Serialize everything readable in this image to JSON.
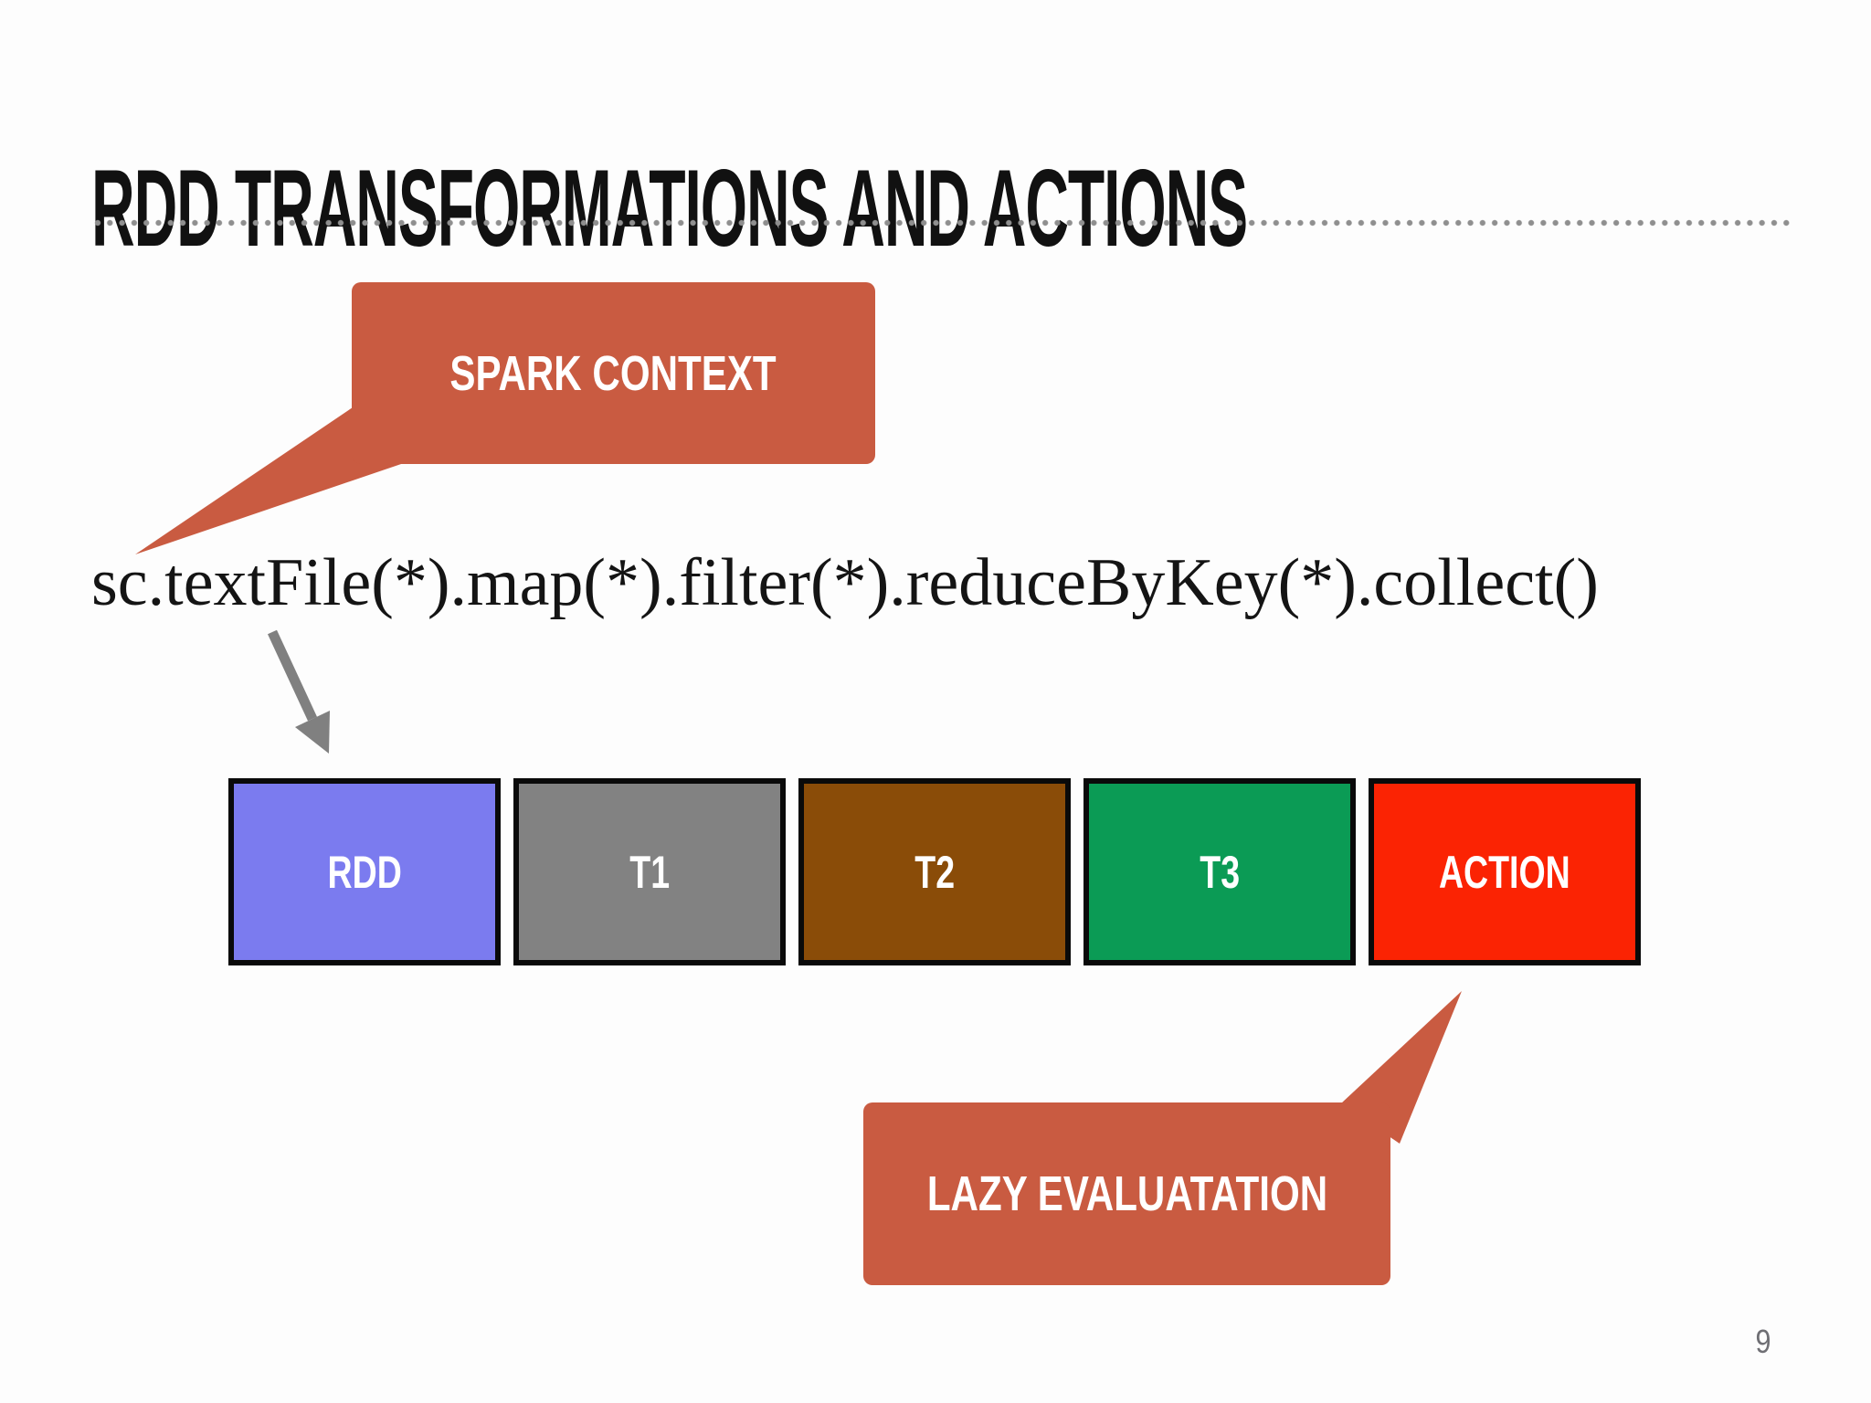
{
  "slide": {
    "title": "RDD TRANSFORMATIONS AND ACTIONS",
    "page_number": "9",
    "colors": {
      "background": "#fdfdfd",
      "title_text": "#111111",
      "divider_dots": "#8f8f8f",
      "callout": "#c95b41",
      "code_text": "#141414",
      "arrow": "#808080",
      "box_border": "#0a0a0a",
      "page_number_text": "#6f6f74"
    }
  },
  "callouts": {
    "spark_context": {
      "label": "SPARK CONTEXT",
      "color": "#c95b41"
    },
    "lazy_evaluation": {
      "label": "LAZY EVALUATATION",
      "color": "#c95b41"
    }
  },
  "code": {
    "text": "sc.textFile(*).map(*).filter(*).reduceByKey(*).collect()"
  },
  "pipeline": {
    "boxes": [
      {
        "label": "RDD",
        "color": "#7b7bef"
      },
      {
        "label": "T1",
        "color": "#828282"
      },
      {
        "label": "T2",
        "color": "#8a4c08"
      },
      {
        "label": "T3",
        "color": "#0b9b55"
      },
      {
        "label": "ACTION",
        "color": "#fb2303"
      }
    ]
  }
}
